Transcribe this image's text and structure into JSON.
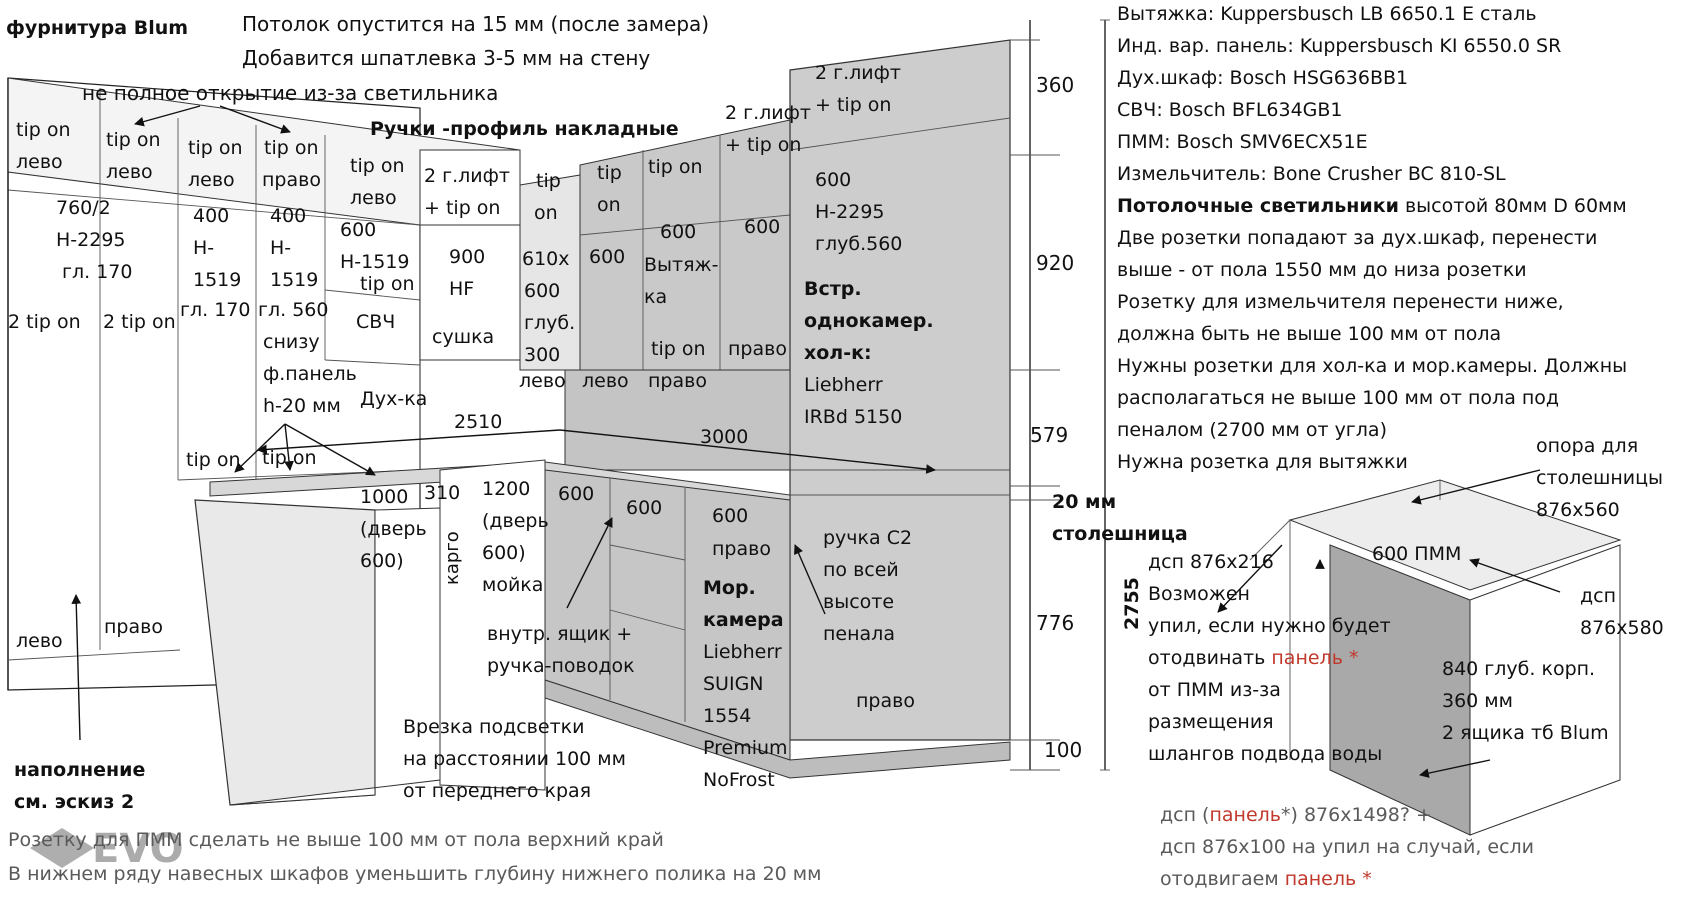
{
  "title": "фурнитура Blum",
  "notes_top": [
    "Потолок опустится на 15 мм (после замера)",
    "Добавится шпатлевка 3-5 мм на стену"
  ],
  "note_light": "не полное открытие из-за светильника",
  "handles_note": "Ручки -профиль накладные",
  "spec_list": [
    "Вытяжка: Kuppersbusch LB 6650.1 E сталь",
    "Инд. вар. панель: Kuppersbusch KI 6550.0 SR",
    "Дух.шкаф: Bosch HSG636BB1",
    "СВЧ: Bosch BFL634GB1",
    "ПММ: Bosch SMV6ECX51E",
    "Измельчитель: Bone Crusher BC 810-SL"
  ],
  "lights_bold": "Потолочные светильники",
  "lights_rest": " высотой 80мм D 60мм",
  "sockets_notes": [
    "Две розетки попадают за дух.шкаф, перенести",
    "выше - от пола 1550 мм до низа розетки",
    "Розетку для измельчителя перенести ниже,",
    "должна быть не выше 100 мм от пола",
    "Нужны розетки для хол-ка и мор.камеры. Должны",
    "располагаться не выше 100 мм от пола под",
    "пеналом (2700 мм от угла)",
    "Нужна розетка для вытяжки"
  ],
  "upper_cabinets": {
    "c1": [
      "tip on",
      "лево",
      "760/2",
      "H-2295",
      "гл. 170",
      "2 tip on",
      "лево"
    ],
    "c2": [
      "tip on",
      "лево",
      "2 tip on",
      "право"
    ],
    "c3": [
      "tip on",
      "лево",
      "400",
      "H-",
      "1519",
      "гл. 170"
    ],
    "c4": [
      "tip on",
      "право",
      "400",
      "H-",
      "1519",
      "гл. 560",
      "снизу",
      "ф.панель",
      "h-20 мм"
    ],
    "c5": [
      "tip on",
      "лево",
      "600",
      "H-1519",
      "tip on",
      "СВЧ",
      "Дух-ка"
    ],
    "c6": [
      "2 г.лифт",
      "+ tip on",
      "900",
      "HF",
      "сушка"
    ],
    "c7": [
      "tip",
      "on",
      "610x",
      "600",
      "глуб.",
      "300",
      "лево"
    ],
    "c8": [
      "tip",
      "on",
      "600",
      "лево"
    ],
    "c9": [
      "tip on",
      "600",
      "Вытяж-",
      "ка",
      "tip on",
      "право"
    ],
    "c10": [
      "2 г.лифт",
      "+ tip on",
      "600",
      "право"
    ],
    "c11": [
      "2 г.лифт",
      "+ tip on",
      "600",
      "H-2295",
      "глуб.560"
    ]
  },
  "tip_on_low": [
    "tip on",
    "tip on"
  ],
  "fridge": [
    "Встр.",
    "однокамер.",
    "хол-к:",
    "Liebherr",
    "IRBd 5150"
  ],
  "dims_width": [
    "2510",
    "3000"
  ],
  "lower_cabinets": {
    "island": [
      "1000",
      "(дверь",
      "600)"
    ],
    "cargo": [
      "310",
      "карго"
    ],
    "sink": [
      "1200",
      "(дверь",
      "600)",
      "мойка"
    ],
    "drawers": [
      "600",
      "600"
    ],
    "drawer_note": [
      "внутр. ящик +",
      "ручка-поводок"
    ],
    "freezer_block": [
      "600",
      "право"
    ],
    "freezer": [
      "Мор.",
      "камера"
    ],
    "freezer_model": [
      "Liebherr",
      "SUIGN",
      "1554",
      "Premium",
      "NoFrost"
    ],
    "handle_note": [
      "ручка С2",
      "по всей",
      "высоте",
      "пенала"
    ],
    "right_label": "право"
  },
  "left_tall": [
    "лево",
    "право"
  ],
  "filling_note": [
    "наполнение",
    "см. эскиз 2"
  ],
  "backlight_note": [
    "Врезка подсветки",
    "на расстоянии 100 мм",
    "от переднего края"
  ],
  "heights": [
    "360",
    "920",
    "579",
    "776",
    "100"
  ],
  "height_total": "2755",
  "countertop": [
    "20 мм",
    "столешница"
  ],
  "support_note": [
    "опора для",
    "столешницы",
    "876x560"
  ],
  "pmm_label": "600 ПММ",
  "dsp_right": [
    "дсп",
    "876x580"
  ],
  "dsp_note": [
    "дсп 876х216",
    "Возможен",
    "упил, если нужно будет"
  ],
  "dsp_note2_pre": "отодвинать ",
  "panel_word": "панель",
  "star": " *",
  "dsp_note3": [
    "от ПММ из-за",
    "размещения",
    "шлангов подвода воды"
  ],
  "corpus_note": [
    "840 глуб. корп.",
    "360 мм",
    "2 ящика тб Blum"
  ],
  "dsp_bottom_a": "дсп (",
  "dsp_bottom_b": "*) 876х1498? +",
  "dsp_bottom_2": "дсп 876х100 на упил на случай, если",
  "dsp_bottom_3": "отодвигаем ",
  "bottom_notes": [
    "Розетку для ПММ сделать не выше 100 мм от пола верхний край",
    "В нижнем ряду навесных шкафов  уменьшить глубину нижнего полика на 20 мм"
  ],
  "watermark": "EVO"
}
